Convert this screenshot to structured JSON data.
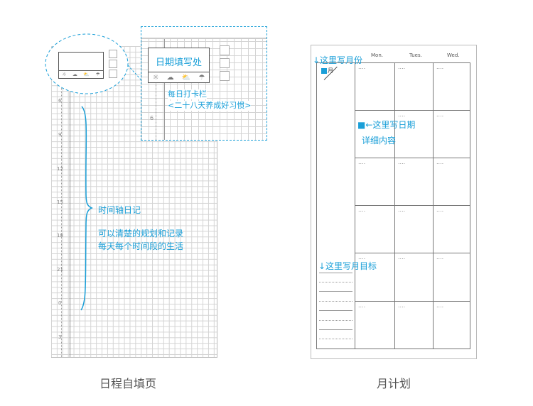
{
  "left_page": {
    "hours": [
      "6",
      "9",
      "12",
      "15",
      "18",
      "21",
      "0",
      "3"
    ],
    "weather_icons": [
      "sun-icon",
      "cloud-icon",
      "partly-cloudy-icon",
      "rain-icon"
    ],
    "weather_glyphs": [
      "☼",
      "☁",
      "⛅",
      "☂"
    ],
    "date_box_label": "日期填写处",
    "checkin_label": "每日打卡栏",
    "habit_label": "<二十八天养成好习惯>",
    "inset_hour": "6",
    "timeline_title": "时间轴日记",
    "timeline_desc_1": "可以清楚的规划和记录",
    "timeline_desc_2": "每天每个时间段的生活",
    "caption": "日程自填页"
  },
  "right_page": {
    "days": [
      "Mon.",
      "Tues.",
      "Wed."
    ],
    "month_hint": "↓这里写月份",
    "month_label": "月",
    "date_hint": "■←这里写日期",
    "detail_hint": "详细内容",
    "goal_hint": "↓这里写月目标",
    "cell_placeholder": "....",
    "caption": "月计划"
  },
  "colors": {
    "accent": "#1a9fd8",
    "line": "#666666",
    "grid": "#d4d4d4"
  }
}
